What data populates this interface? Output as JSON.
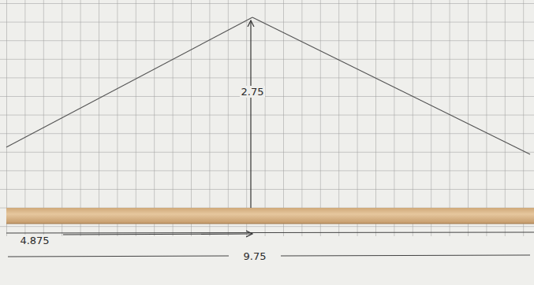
{
  "diagram": {
    "labels": [
      "2.75",
      "4.875",
      "9.75"
    ]
  }
}
